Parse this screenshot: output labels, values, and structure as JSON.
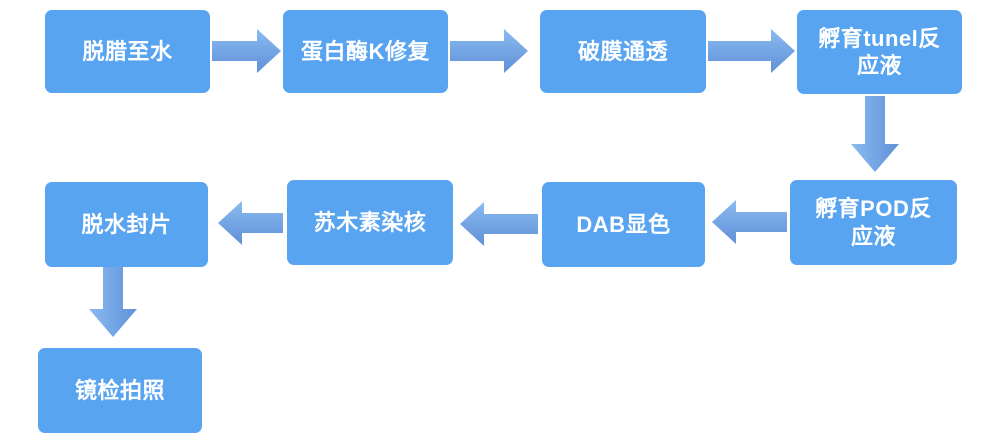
{
  "colors": {
    "page_bg": "#ffffff",
    "node_fill": "#58a4f0",
    "node_text": "#ffffff",
    "arrow_light": "#8abcf0",
    "arrow_dark": "#6090d8"
  },
  "flow": {
    "nodes": [
      {
        "label": "脱腊至水"
      },
      {
        "label": "蛋白酶K修复"
      },
      {
        "label": "破膜通透"
      },
      {
        "label": "孵育tunel反应液"
      },
      {
        "label": "孵育POD反应液"
      },
      {
        "label": "DAB显色"
      },
      {
        "label": "苏木素染核"
      },
      {
        "label": "脱水封片"
      },
      {
        "label": "镜检拍照"
      }
    ],
    "connections": [
      {
        "from": "脱腊至水",
        "to": "蛋白酶K修复",
        "direction": "right"
      },
      {
        "from": "蛋白酶K修复",
        "to": "破膜通透",
        "direction": "right"
      },
      {
        "from": "破膜通透",
        "to": "孵育tunel反应液",
        "direction": "right"
      },
      {
        "from": "孵育tunel反应液",
        "to": "孵育POD反应液",
        "direction": "down"
      },
      {
        "from": "孵育POD反应液",
        "to": "DAB显色",
        "direction": "left"
      },
      {
        "from": "DAB显色",
        "to": "苏木素染核",
        "direction": "left"
      },
      {
        "from": "苏木素染核",
        "to": "脱水封片",
        "direction": "left"
      },
      {
        "from": "脱水封片",
        "to": "镜检拍照",
        "direction": "down"
      }
    ]
  }
}
